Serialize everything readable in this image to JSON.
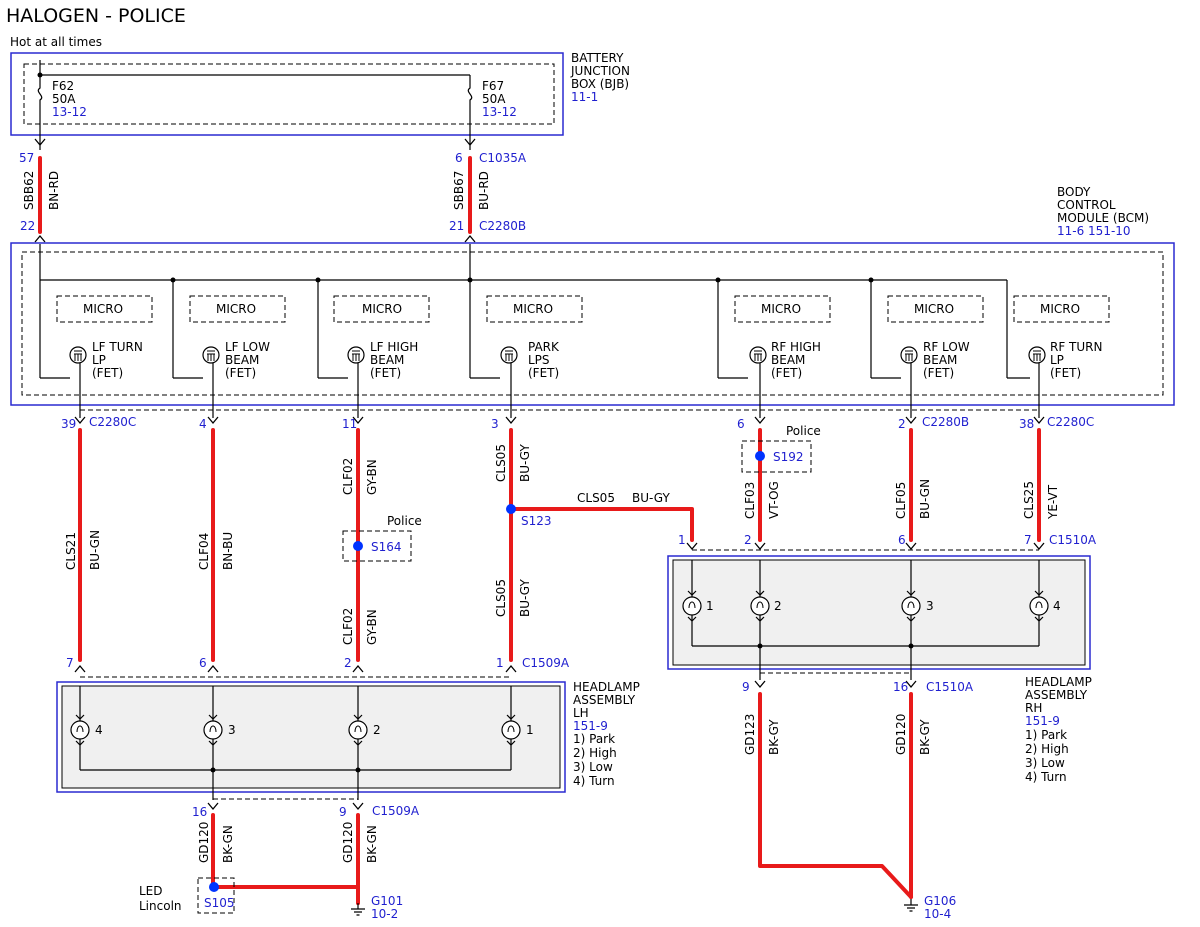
{
  "title": "HALOGEN - POLICE",
  "hot_label": "Hot at all times",
  "bjb": {
    "name_lines": [
      "BATTERY",
      "JUNCTION",
      "BOX (BJB)"
    ],
    "ref": "11-1",
    "fuses": [
      {
        "name": "F62",
        "rating": "50A",
        "ref": "13-12"
      },
      {
        "name": "F67",
        "rating": "50A",
        "ref": "13-12"
      }
    ]
  },
  "bcm": {
    "name_lines": [
      "BODY",
      "CONTROL",
      "MODULE (BCM)"
    ],
    "ref": "11-6  151-10",
    "micro_label": "MICRO",
    "drivers": [
      {
        "lines": [
          "LF TURN",
          "LP",
          "(FET)"
        ]
      },
      {
        "lines": [
          "LF LOW",
          "BEAM",
          "(FET)"
        ]
      },
      {
        "lines": [
          "LF HIGH",
          "BEAM",
          "(FET)"
        ]
      },
      {
        "lines": [
          "PARK",
          "LPS",
          "(FET)"
        ]
      },
      {
        "lines": [
          "RF HIGH",
          "BEAM",
          "(FET)"
        ]
      },
      {
        "lines": [
          "RF LOW",
          "BEAM",
          "(FET)"
        ]
      },
      {
        "lines": [
          "RF TURN",
          "LP",
          "(FET)"
        ]
      }
    ]
  },
  "feed_wires": [
    {
      "pin_top": "57",
      "pin_bottom": "22",
      "circuit": "SBB62",
      "color": "BN-RD"
    },
    {
      "pin_top": "6",
      "connector_top": "C1035A",
      "pin_bottom": "21",
      "connector_bottom": "C2280B",
      "circuit": "SBB67",
      "color": "BU-RD"
    }
  ],
  "bcm_outputs": [
    {
      "pin": "39",
      "connector": "C2280C"
    },
    {
      "pin": "4"
    },
    {
      "pin": "11"
    },
    {
      "pin": "3"
    },
    {
      "pin": "6"
    },
    {
      "pin": "2",
      "connector": "C2280B"
    },
    {
      "pin": "38",
      "connector": "C2280C"
    }
  ],
  "wires": [
    {
      "circuit": "CLS21",
      "color": "BU-GN"
    },
    {
      "circuit": "CLF04",
      "color": "BN-BU"
    },
    {
      "circuit": "CLF02",
      "color": "GY-BN"
    },
    {
      "circuit": "CLF02",
      "color": "GY-BN"
    },
    {
      "circuit": "CLS05",
      "color": "BU-GY"
    },
    {
      "circuit": "CLS05",
      "color": "BU-GY"
    },
    {
      "circuit": "CLS05",
      "color": "BU-GY"
    },
    {
      "circuit": "CLF03",
      "color": "VT-OG"
    },
    {
      "circuit": "CLF05",
      "color": "BU-GN"
    },
    {
      "circuit": "CLS25",
      "color": "YE-VT"
    },
    {
      "circuit": "GD120",
      "color": "BK-GN"
    },
    {
      "circuit": "GD120",
      "color": "BK-GN"
    },
    {
      "circuit": "GD123",
      "color": "BK-GY"
    },
    {
      "circuit": "GD120",
      "color": "BK-GY"
    }
  ],
  "splices": [
    {
      "id": "S123"
    },
    {
      "id": "S164",
      "note": "Police"
    },
    {
      "id": "S192",
      "note": "Police"
    },
    {
      "id": "S105",
      "note_lines": [
        "LED",
        "Lincoln"
      ]
    }
  ],
  "headlamp_lh": {
    "name_lines": [
      "HEADLAMP",
      "ASSEMBLY",
      "LH"
    ],
    "ref": "151-9",
    "legend": [
      "1) Park",
      "2) High",
      "3) Low",
      "4) Turn"
    ],
    "input_pins": [
      "7",
      "6",
      "2",
      "1"
    ],
    "input_connector": "C1509A",
    "output_pins": [
      "16",
      "9"
    ],
    "output_connector": "C1509A",
    "bulbs": [
      "4",
      "3",
      "2",
      "1"
    ]
  },
  "headlamp_rh": {
    "name_lines": [
      "HEADLAMP",
      "ASSEMBLY",
      "RH"
    ],
    "ref": "151-9",
    "legend": [
      "1) Park",
      "2) High",
      "3) Low",
      "4) Turn"
    ],
    "input_pins": [
      "1",
      "2",
      "6",
      "7"
    ],
    "input_connector": "C1510A",
    "output_pins": [
      "9",
      "16"
    ],
    "output_connector": "C1510A",
    "bulbs": [
      "1",
      "2",
      "3",
      "4"
    ]
  },
  "grounds": [
    {
      "id": "G101",
      "ref": "10-2"
    },
    {
      "id": "G106",
      "ref": "10-4"
    }
  ]
}
